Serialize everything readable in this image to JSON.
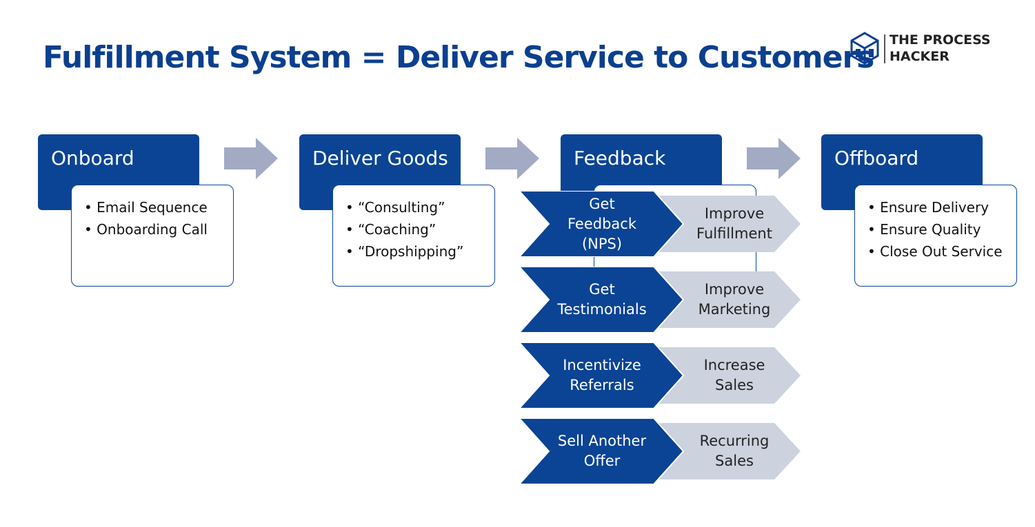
{
  "title": "Fulfillment System = Deliver Service to Customers",
  "logo": {
    "text": "THE PROCESS\nHACKER"
  },
  "colors": {
    "dark": "#0b4494",
    "light": "#cdd2df",
    "arrow": "#a3aac4",
    "title": "#0b3f8f"
  },
  "stages": [
    {
      "name": "Onboard",
      "items": [
        "Email Sequence",
        "Onboarding Call"
      ]
    },
    {
      "name": "Deliver Goods",
      "items": [
        "“Consulting”",
        "“Coaching”",
        "“Dropshipping”"
      ]
    },
    {
      "name": "Feedback",
      "items": []
    },
    {
      "name": "Offboard",
      "items": [
        "Ensure Delivery",
        "Ensure Quality",
        "Close Out Service"
      ]
    }
  ],
  "feedback_rows": [
    {
      "action": "Get\nFeedback\n(NPS)",
      "outcome": "Improve\nFulfillment"
    },
    {
      "action": "Get\nTestimonials",
      "outcome": "Improve\nMarketing"
    },
    {
      "action": "Incentivize\nReferrals",
      "outcome": "Increase\nSales"
    },
    {
      "action": "Sell Another\nOffer",
      "outcome": "Recurring\nSales"
    }
  ]
}
